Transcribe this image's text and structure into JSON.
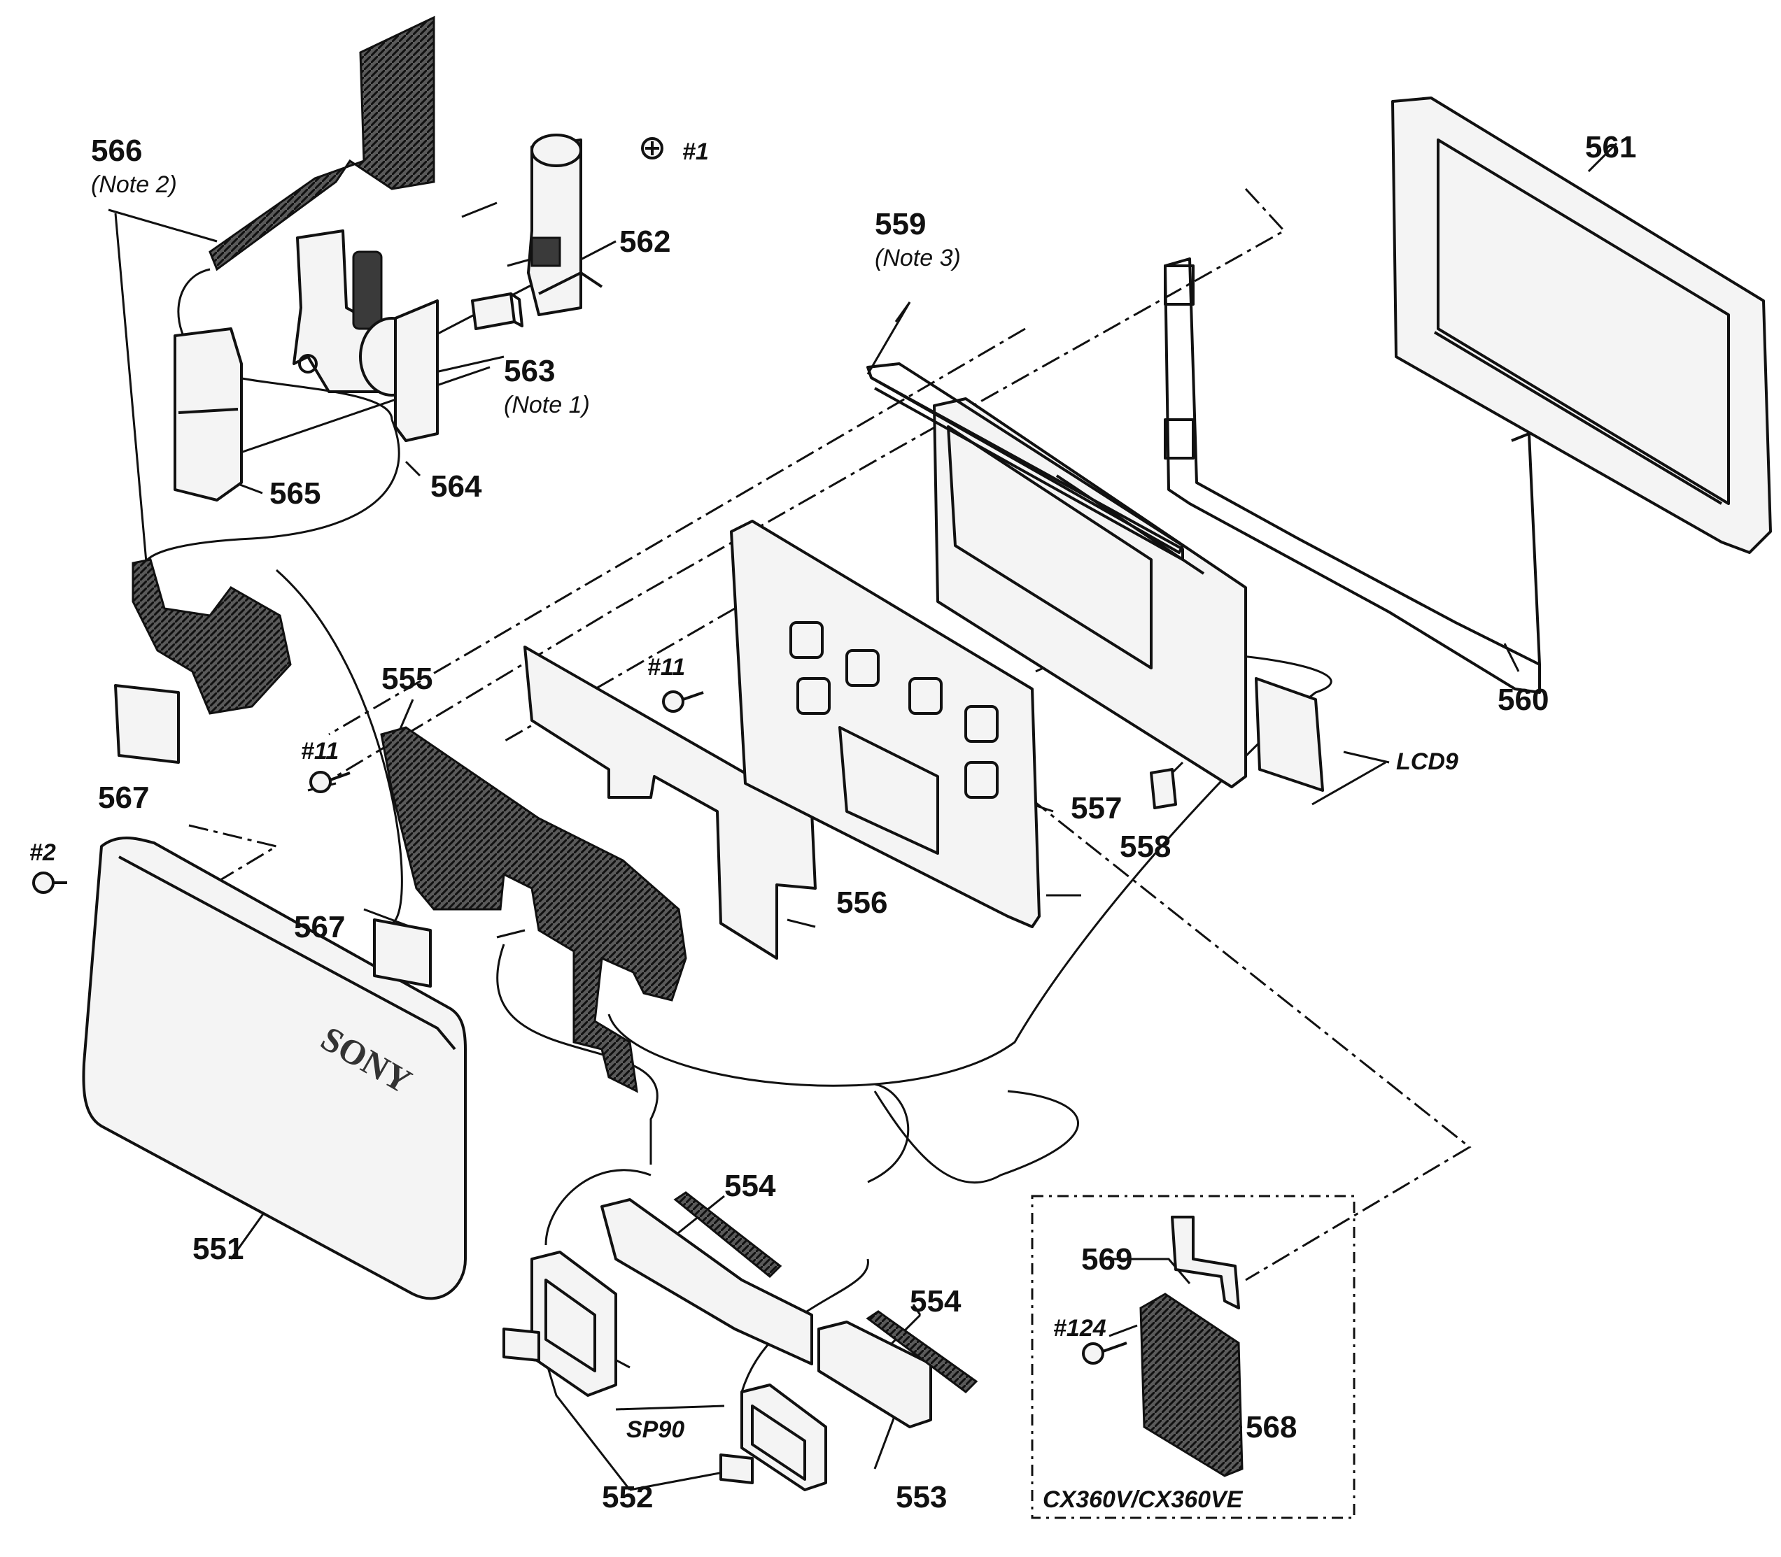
{
  "labels": {
    "p551": "551",
    "p552": "552",
    "p553": "553",
    "p554a": "554",
    "p554b": "554",
    "p555": "555",
    "p556": "556",
    "p557": "557",
    "p558": "558",
    "p559": "559",
    "p560": "560",
    "p561": "561",
    "p562": "562",
    "p563": "563",
    "p564": "564",
    "p565": "565",
    "p566": "566",
    "p567a": "567",
    "p567b": "567",
    "p568": "568",
    "p569": "569"
  },
  "notes": {
    "note1": "(Note 1)",
    "note2": "(Note 2)",
    "note3": "(Note 3)"
  },
  "screws": {
    "s1": "#1",
    "s2": "#2",
    "s11a": "#11",
    "s11b": "#11",
    "s124": "#124"
  },
  "refs": {
    "lcd9": "LCD9",
    "sp90": "SP90"
  },
  "brand": "SONY",
  "model_box": "CX360V/CX360VE"
}
